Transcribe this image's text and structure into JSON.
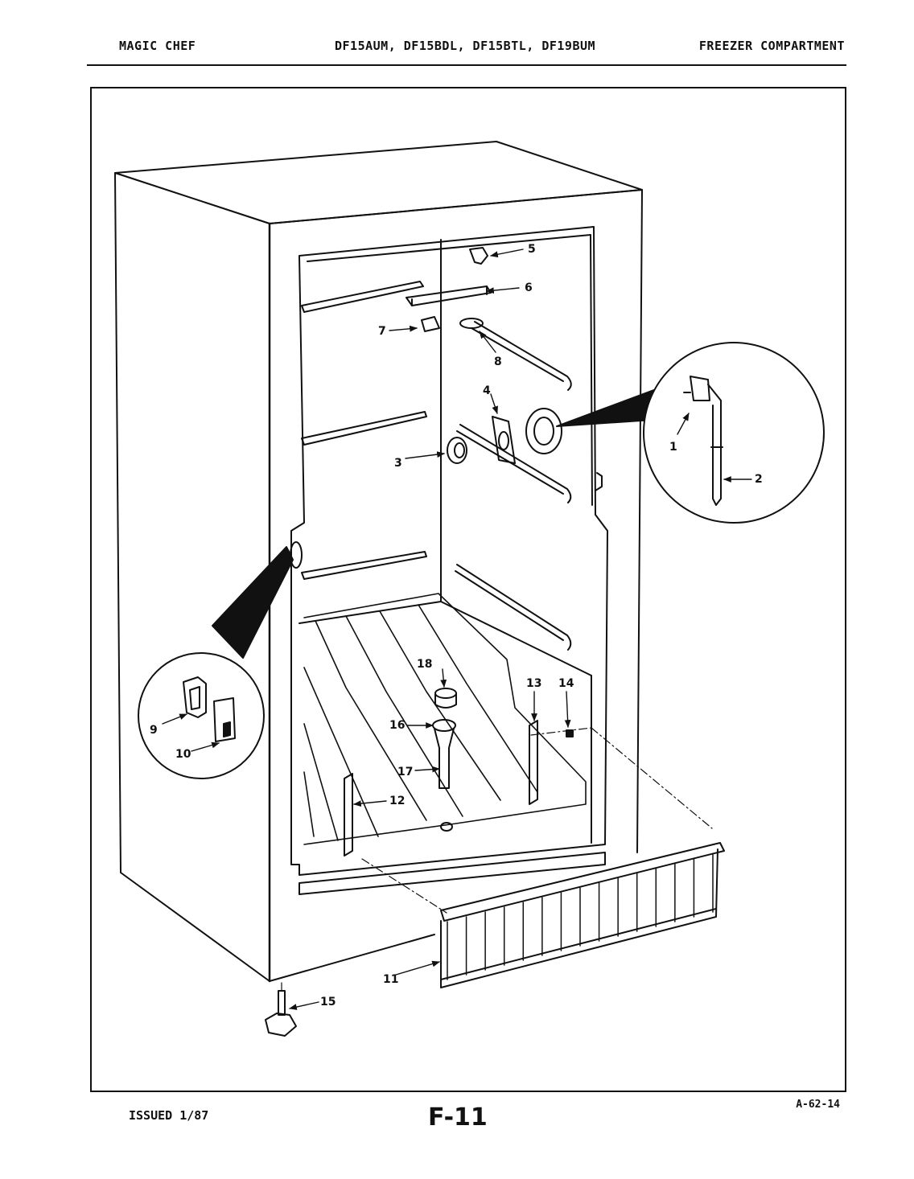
{
  "header": {
    "brand": "MAGIC CHEF",
    "models": "DF15AUM, DF15BDL, DF15BTL, DF19BUM",
    "section": "FREEZER COMPARTMENT"
  },
  "footer": {
    "issued": "ISSUED 1/87",
    "page": "F-11",
    "code": "A-62-14"
  },
  "callouts": [
    "1",
    "2",
    "3",
    "4",
    "5",
    "6",
    "7",
    "8",
    "9",
    "10",
    "11",
    "12",
    "13",
    "14",
    "15",
    "16",
    "17",
    "18"
  ]
}
